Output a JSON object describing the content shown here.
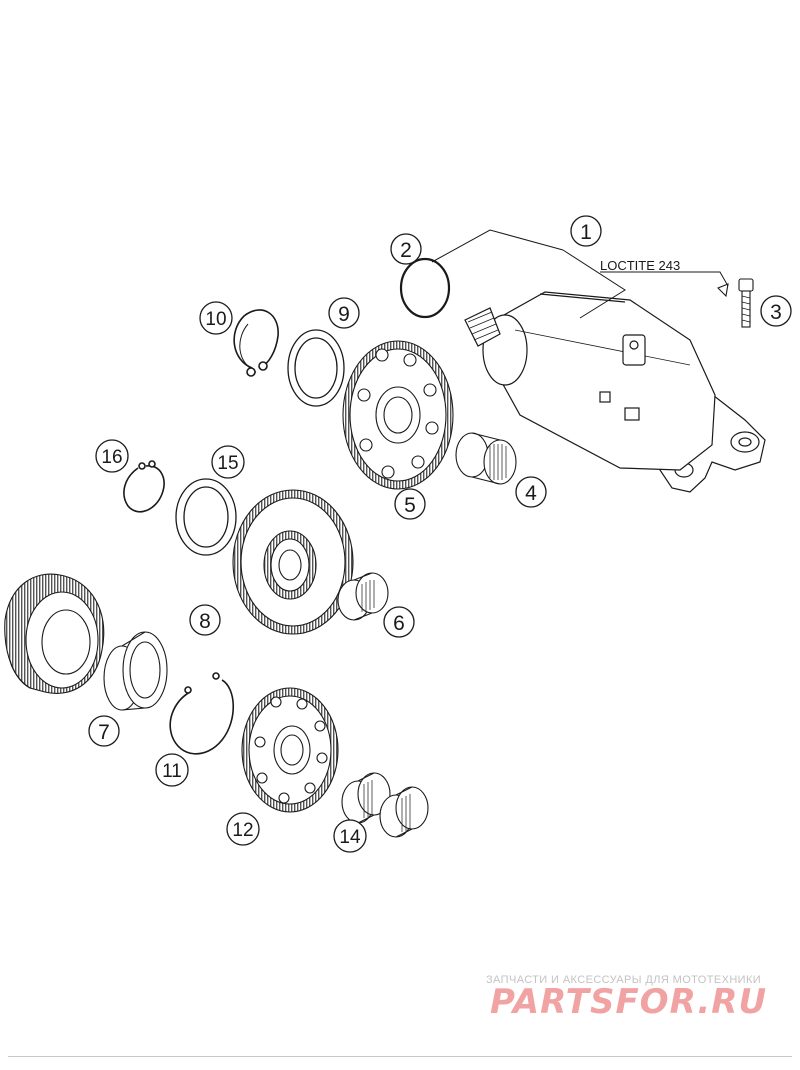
{
  "diagram": {
    "callouts": [
      {
        "id": "1",
        "label": "1"
      },
      {
        "id": "2",
        "label": "2"
      },
      {
        "id": "3",
        "label": "3"
      },
      {
        "id": "4",
        "label": "4"
      },
      {
        "id": "5",
        "label": "5"
      },
      {
        "id": "6",
        "label": "6"
      },
      {
        "id": "7",
        "label": "7"
      },
      {
        "id": "8",
        "label": "8"
      },
      {
        "id": "9",
        "label": "9"
      },
      {
        "id": "10",
        "label": "10"
      },
      {
        "id": "11",
        "label": "11"
      },
      {
        "id": "12",
        "label": "12"
      },
      {
        "id": "14",
        "label": "14"
      },
      {
        "id": "15",
        "label": "15"
      },
      {
        "id": "16",
        "label": "16"
      }
    ],
    "note": "LOCTITE 243"
  },
  "watermark": {
    "tagline": "ЗАПЧАСТИ И АКСЕССУАРЫ ДЛЯ МОТОТЕХНИКИ",
    "logo": "PARTSFOR.RU"
  },
  "colors": {
    "line": "#1a1a1a",
    "watermark_text": "#c3c3c3",
    "watermark_logo": "#f1a3a3"
  }
}
